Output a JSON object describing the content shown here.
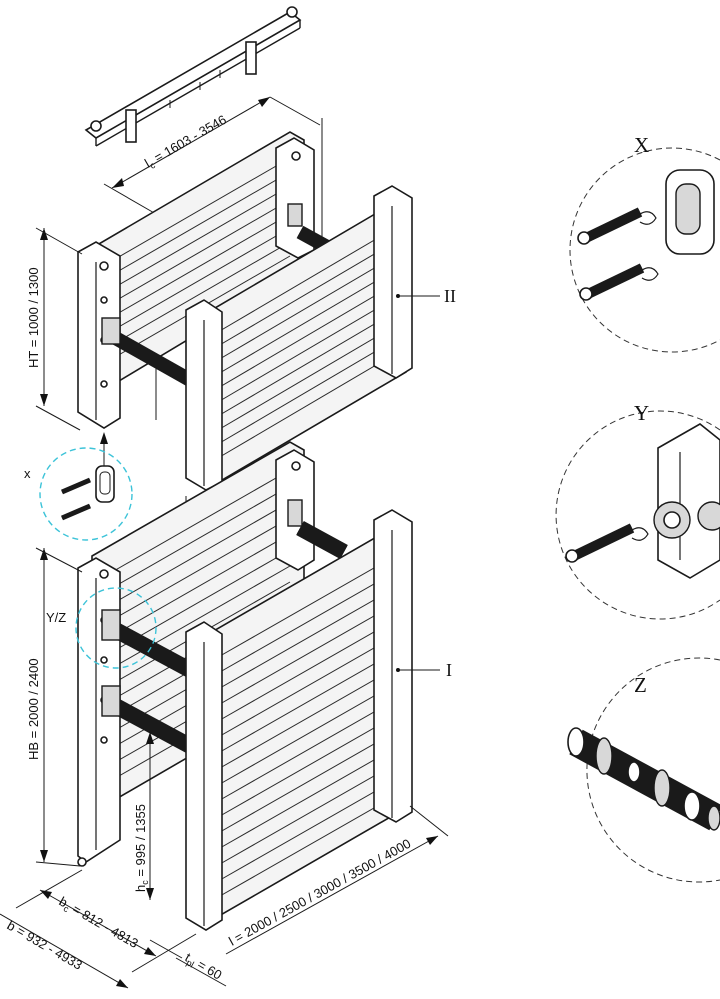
{
  "labels": {
    "upper_panel": "II",
    "lower_panel": "I",
    "detail_x_small": "x",
    "detail_yz": "Y/Z",
    "detail_x": "X",
    "detail_y": "Y",
    "detail_z": "Z"
  },
  "dimensions": {
    "lc": "l",
    "lc_sub": "c",
    "lc_value": " = 1603 - 3546",
    "ht": "HT = 1000 / 1300",
    "hb": "HB = 2000 / 2400",
    "hc": "h",
    "hc_sub": "c",
    "hc_value": " = 995 / 1355",
    "bc": "b",
    "bc_sub": "c",
    "bc_value": " = 812 - 4813",
    "b": "b = 932 - 4933",
    "tpl": "t",
    "tpl_sub": "pl",
    "tpl_value": " = 60",
    "l": "l  = 2000 / 2500 / 3000 / 3500 / 4000"
  },
  "colors": {
    "line": "#1a1a1a",
    "detail_highlight": "#3cc3d8",
    "panel_fill": "#f4f4f4"
  }
}
